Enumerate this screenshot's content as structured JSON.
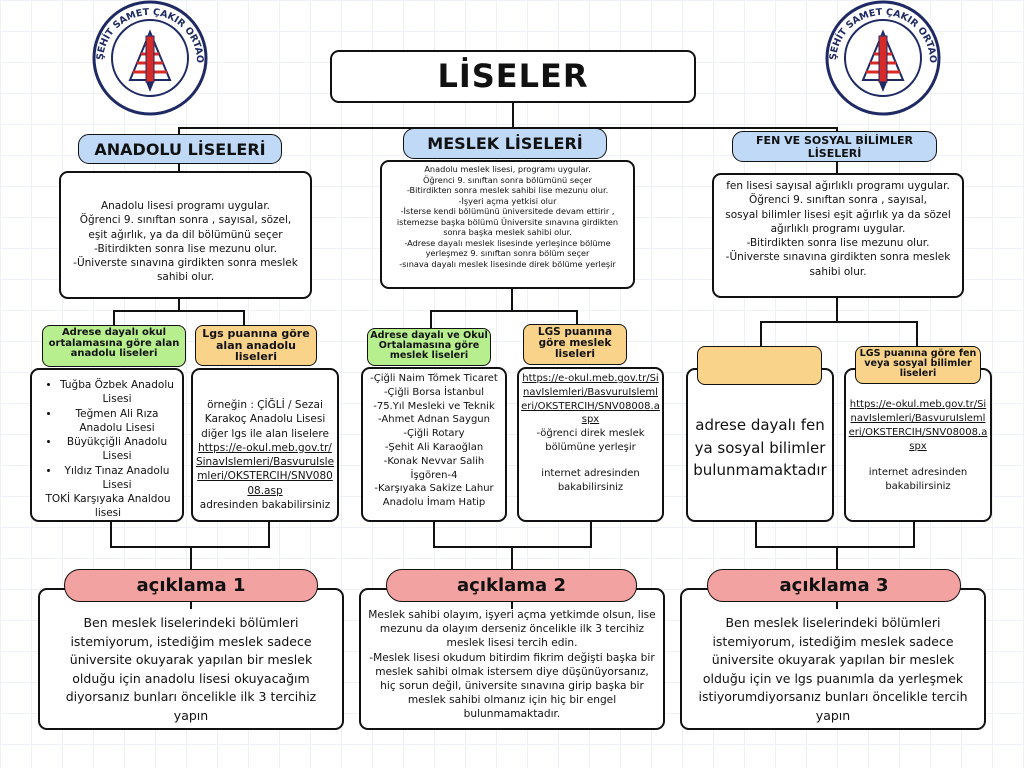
{
  "logo": {
    "text": "ÇİĞLİ ŞEHİT SAMET ÇAKIR ORTAOKULU"
  },
  "title": "LİSELER",
  "categories": [
    {
      "header": "ANADOLU LİSELERİ",
      "description": [
        "Anadolu lisesi programı uygular.",
        "Öğrenci 9. sınıftan sonra , sayısal, sözel, eşit ağırlık, ya da dil bölümünü seçer",
        "-Bitirdikten sonra lise mezunu olur.",
        "-Üniverste sınavına girdikten sonra meslek sahibi olur."
      ],
      "left_tag": "Adrese dayalı okul ortalamasına göre alan anadolu liseleri",
      "right_tag": "Lgs puanına göre alan anadolu liseleri",
      "left_list": [
        "Tuğba Özbek Anadolu Lisesi",
        "Teğmen Ali Rıza Anadolu Lisesi",
        "Büyükçiğli Anadolu Lisesi",
        "Yıldız Tınaz Anadolu Lisesi"
      ],
      "left_extra": "TOKİ Karşıyaka Analdou lisesi",
      "right_text_1": "örneğin : ÇİĞLİ / Sezai Karakoç Anadolu Lisesi diğer lgs ile alan liselere",
      "right_link": "https://e-okul.meb.gov.tr/SinavIslemleri/BasvuruIslemleri/OKSTERCIH/SNV08008.asp",
      "right_text_2": "adresinden bakabilirsiniz",
      "explanation_title": "açıklama 1",
      "explanation": "Ben meslek liselerindeki bölümleri istemiyorum, istediğim meslek sadece üniversite okuyarak yapılan bir meslek olduğu için anadolu lisesi okuyacağım diyorsanız bunları öncelikle ilk 3 tercihiz yapın"
    },
    {
      "header": "MESLEK LİSELERİ",
      "description": [
        "Anadolu meslek lisesi, programı uygular.",
        "Öğrenci 9. sınıftan sonra bölümünü seçer",
        "-Bitirdikten sonra meslek sahibi lise mezunu olur.",
        "-İşyeri açma yetkisi olur",
        "-İsterse kendi bölümünü üniversitede devam ettirir , istemezse başka bölümü Üniversite sınavına girdikten sonra başka meslek sahibi olur.",
        "-Adrese dayalı meslek lisesinde yerleşince bölüme yerleşmez 9. sınıftan sonra bölüm seçer",
        "-sınava dayalı meslek lisesinde direk bölüme yerleşir"
      ],
      "left_tag": "Adrese dayalı ve Okul Ortalamasına göre meslek liseleri",
      "right_tag": "LGS puanına göre meslek liseleri",
      "left_list": [
        "-Çiğli Naim Tömek Ticaret",
        "-Çiğli Borsa İstanbul",
        "-75.Yıl Mesleki ve Teknik",
        "-Ahmet Adnan Saygun",
        "-Çiğli Rotary",
        "-Şehit Ali Karaoğlan",
        "-Konak Nevvar Salih İşgören-4",
        "-Karşıyaka Sakize Lahur Anadolu İmam Hatip"
      ],
      "right_link": "https://e-okul.meb.gov.tr/SinavIslemleri/BasvuruIslemleri/OKSTERCIH/SNV08008.aspx",
      "right_text_1": "-öğrenci direk meslek bölümüne yerleşir",
      "right_text_2": "internet adresinden bakabilirsiniz",
      "explanation_title": "açıklama 2",
      "explanation": [
        "Meslek sahibi olayım, işyeri açma yetkimde olsun, lise mezunu da olayım derseniz öncelikle ilk 3 tercihiz meslek lisesi tercih edin.",
        "-Meslek lisesi okudum bitirdim fikrim değişti başka bir meslek sahibi olmak istersem diye düşünüyorsanız, hiç sorun değil, üniversite sınavına girip başka bir meslek sahibi olmanız için hiç bir engel bulunmamaktadır."
      ]
    },
    {
      "header": "FEN VE SOSYAL BİLİMLER LİSELERİ",
      "description": [
        "fen lisesi sayısal ağırlıklı programı uygular.",
        "Öğrenci 9. sınıftan sonra , sayısal,",
        "sosyal bilimler lisesi eşit ağırlık ya da sözel ağırlıklı programı uygular.",
        "-Bitirdikten sonra lise mezunu olur.",
        "-Üniverste sınavına girdikten sonra meslek sahibi olur."
      ],
      "left_tag": "",
      "right_tag": "LGS puanına göre fen veya sosyal bilimler liseleri",
      "left_text": "adrese dayalı fen ya sosyal bilimler bulunmamaktadır",
      "right_link": "https://e-okul.meb.gov.tr/SinavIslemleri/BasvuruIslemleri/OKSTERCIH/SNV08008.aspx",
      "right_text_2": "internet adresinden bakabilirsiniz",
      "explanation_title": "açıklama 3",
      "explanation": "Ben meslek liselerindeki bölümleri istemiyorum, istediğim meslek sadece üniversite okuyarak yapılan bir meslek olduğu için ve lgs puanımla da yerleşmek istiyorumdiyorsanız bunları öncelikle tercih yapın"
    }
  ],
  "colors": {
    "header_blue": "#bfd9f7",
    "tag_green": "#b7ef8f",
    "tag_orange": "#f8d389",
    "explanation_pink": "#f3a2a2",
    "logo_red": "#d62b27",
    "logo_navy": "#1f2a64"
  }
}
